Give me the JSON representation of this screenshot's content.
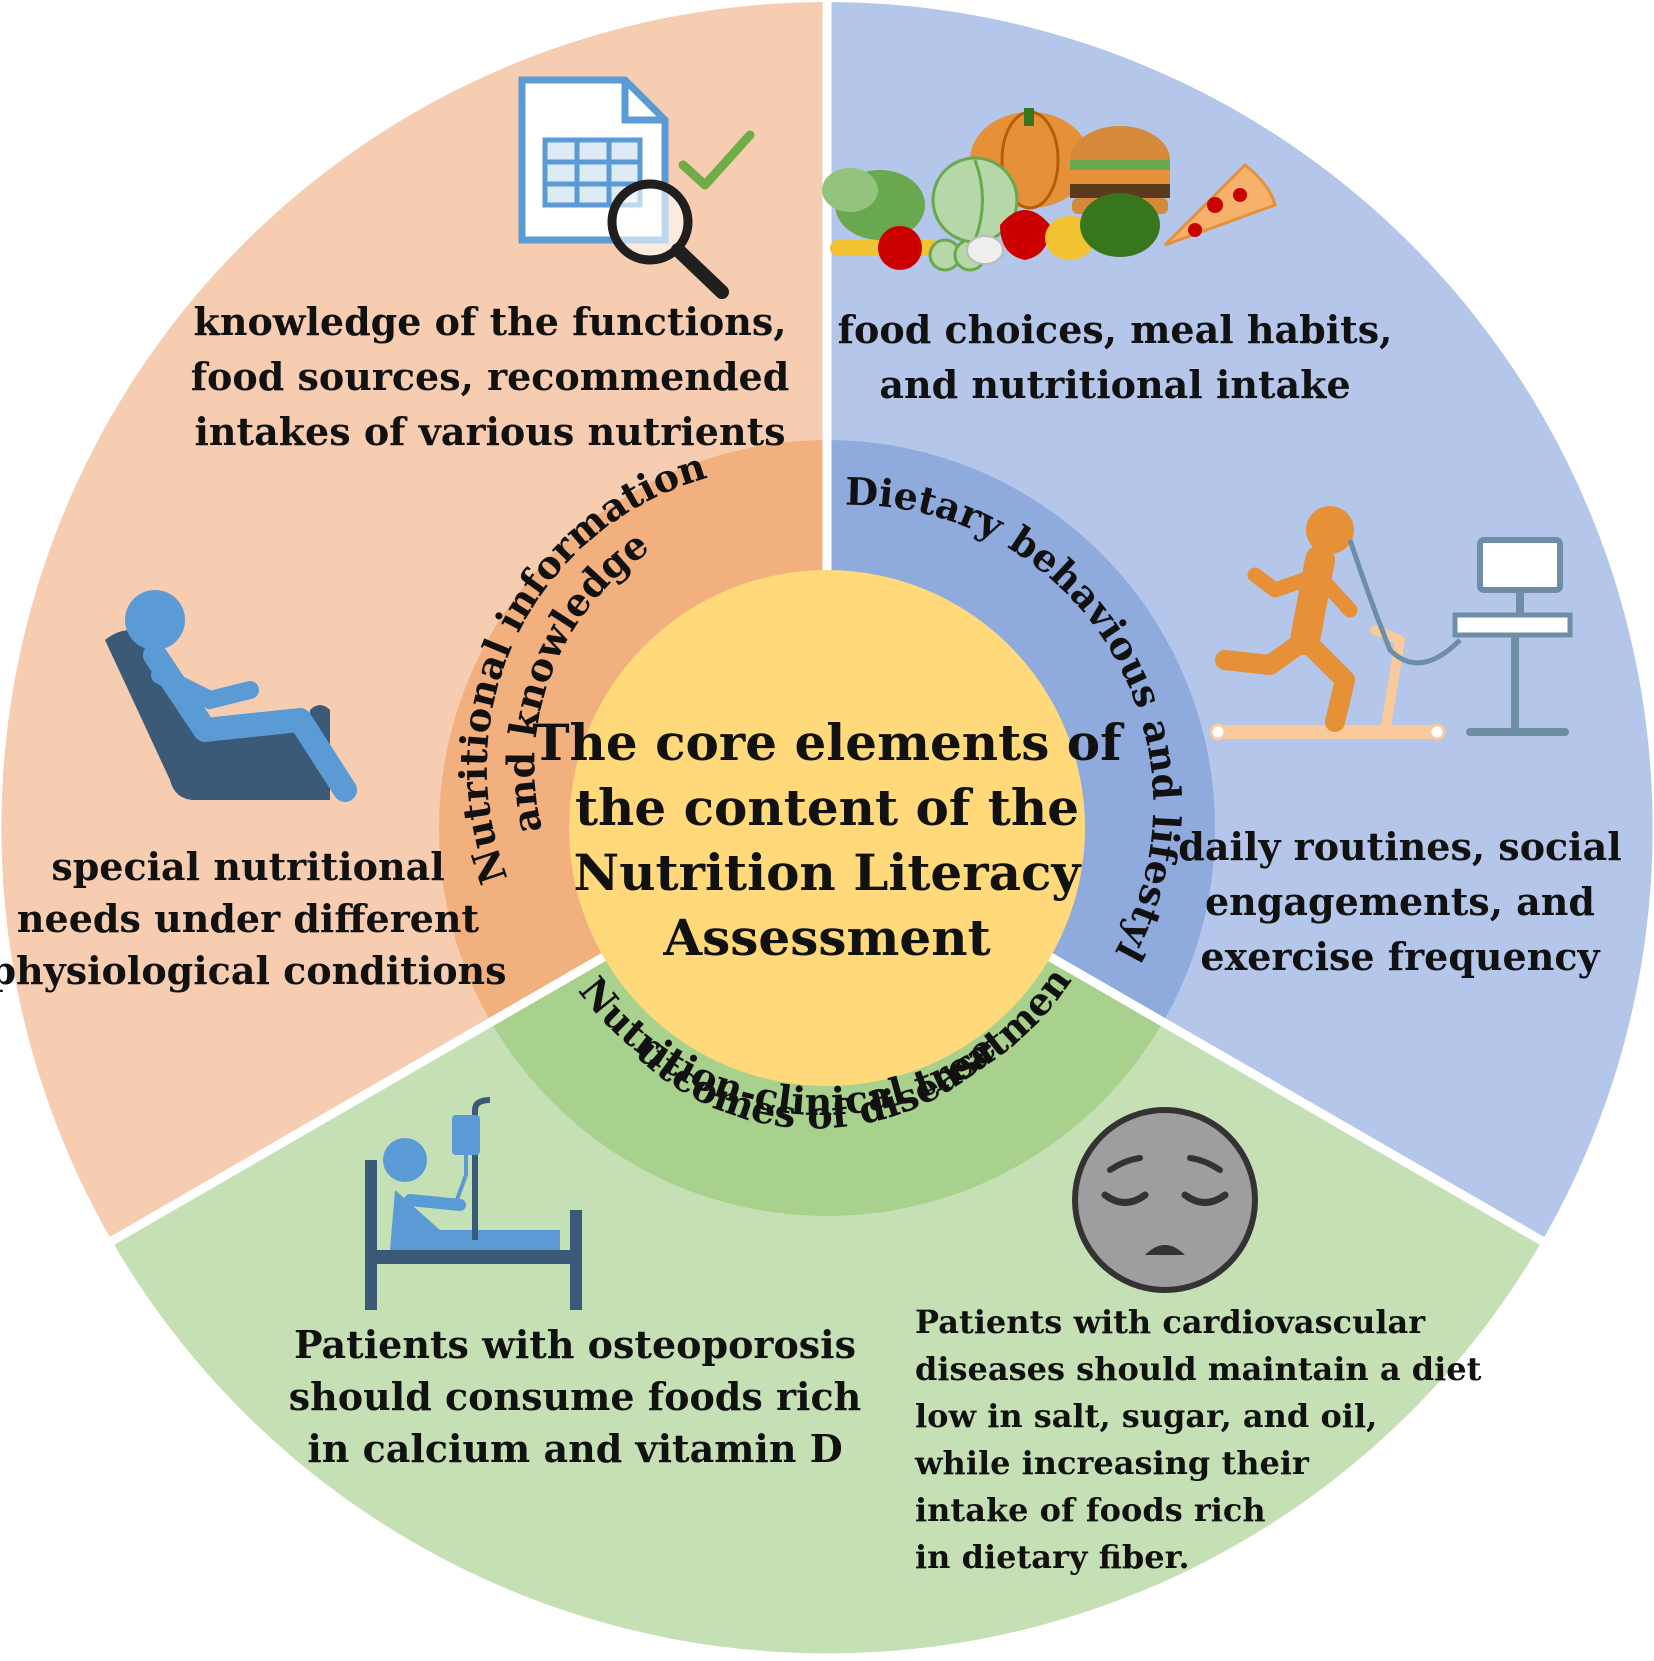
{
  "center": {
    "lines": [
      "The core elements of",
      "the content of the",
      "Nutrition Literacy",
      "Assessment"
    ]
  },
  "sections": {
    "knowledge": {
      "ring_label_1": "Nutritional information",
      "ring_label_2": "and knowledge",
      "text_top": [
        "knowledge of the functions,",
        "food sources, recommended",
        "intakes of various nutrients"
      ],
      "text_left": [
        "special nutritional",
        "needs under different",
        "physiological conditions"
      ]
    },
    "behavior": {
      "ring_label": "Dietary behavious and lifestyle",
      "text_top": [
        "food choices, meal habits,",
        "and nutritional intake"
      ],
      "text_right": [
        "daily routines, social",
        "engagements, and",
        "exercise frequency"
      ]
    },
    "clinical": {
      "ring_label_1": "Nutrition-clinical treatment",
      "ring_label_2": "outcomes of diseases",
      "text_left": [
        "Patients with osteoporosis",
        "should consume foods rich",
        "in calcium and vitamin D"
      ],
      "text_right": [
        "Patients with cardiovascular",
        "diseases should maintain a diet",
        "low in salt, sugar, and oil,",
        "while increasing their",
        "intake of foods rich",
        "in dietary fiber."
      ]
    }
  },
  "colors": {
    "knowledge_outer": "#f6cdb0",
    "knowledge_ring": "#f2b07f",
    "behavior_outer": "#b4c6ea",
    "behavior_ring": "#8faadc",
    "clinical_outer": "#c5e0b4",
    "clinical_ring": "#a9d18e",
    "center": "#ffd97a"
  },
  "icons": [
    "spreadsheet-search-icon",
    "food-icon",
    "recliner-icon",
    "treadmill-test-icon",
    "hospital-bed-icon",
    "sad-face-icon"
  ]
}
